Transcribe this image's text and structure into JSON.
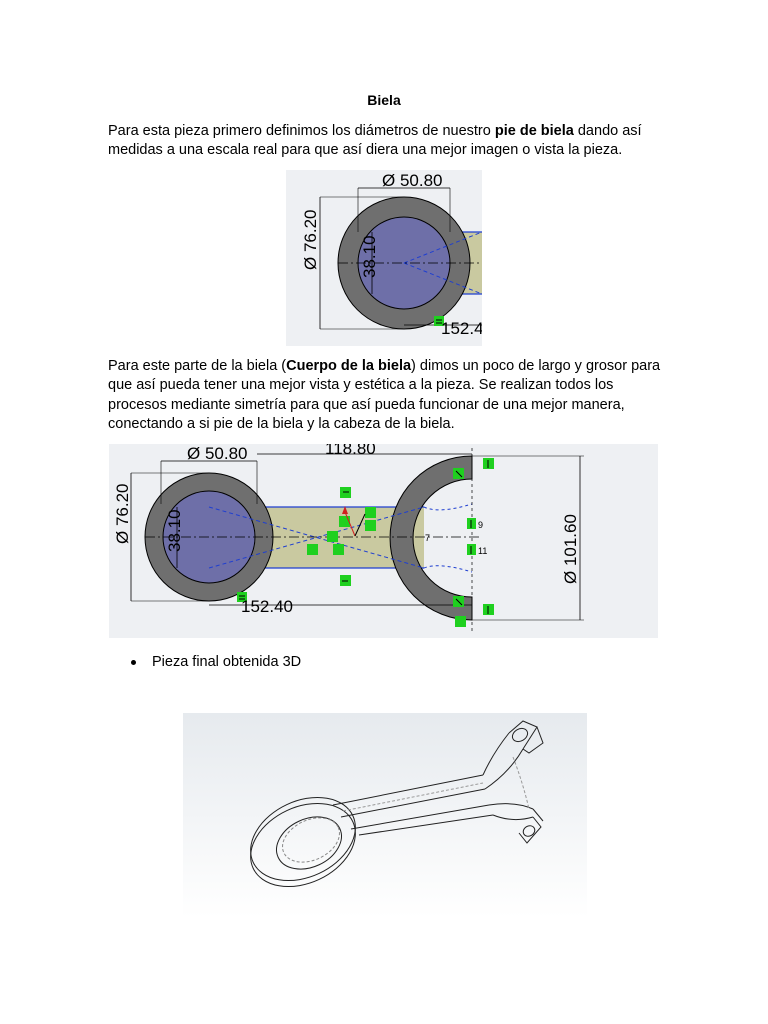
{
  "document": {
    "title": "Biela",
    "paragraph1": {
      "before": "Para esta pieza primero definimos los diámetros de nuestro ",
      "bold": "pie de biela",
      "after": " dando así medidas a una escala real para que así diera una mejor imagen o vista la pieza."
    },
    "paragraph2": {
      "before": "Para este parte de la biela (",
      "bold": "Cuerpo de la biela",
      "after": ") dimos un poco de largo y grosor para que así pueda tener una mejor vista y estética a la pieza. Se realizan todos los procesos mediante simetría para que así pueda funcionar de una mejor manera, conectando a si pie de la biela y la cabeza de la biela."
    },
    "bullet": "Pieza final obtenida 3D"
  },
  "figure1": {
    "dim_diameter_inner": "Ø 50.80",
    "dim_diameter_outer": "Ø 76.20",
    "dim_height": "38.10",
    "dim_length": "152.4"
  },
  "figure2": {
    "dim_diameter_inner": "Ø 50.80",
    "dim_diameter_outer": "Ø 76.20",
    "dim_height": "38.10",
    "dim_length": "152.40",
    "dim_top": "118.80",
    "dim_diameter_head": "Ø 101.60",
    "label_9": "9",
    "label_11": "11",
    "label_7": "7"
  },
  "colors": {
    "ring": "#6f6f6f",
    "bore": "#6e6fa8",
    "body": "#c9c9a0",
    "relation_box": "#1fd01f",
    "line_blue": "#1f3fd0",
    "bg_drawing": "#eef0f3"
  }
}
